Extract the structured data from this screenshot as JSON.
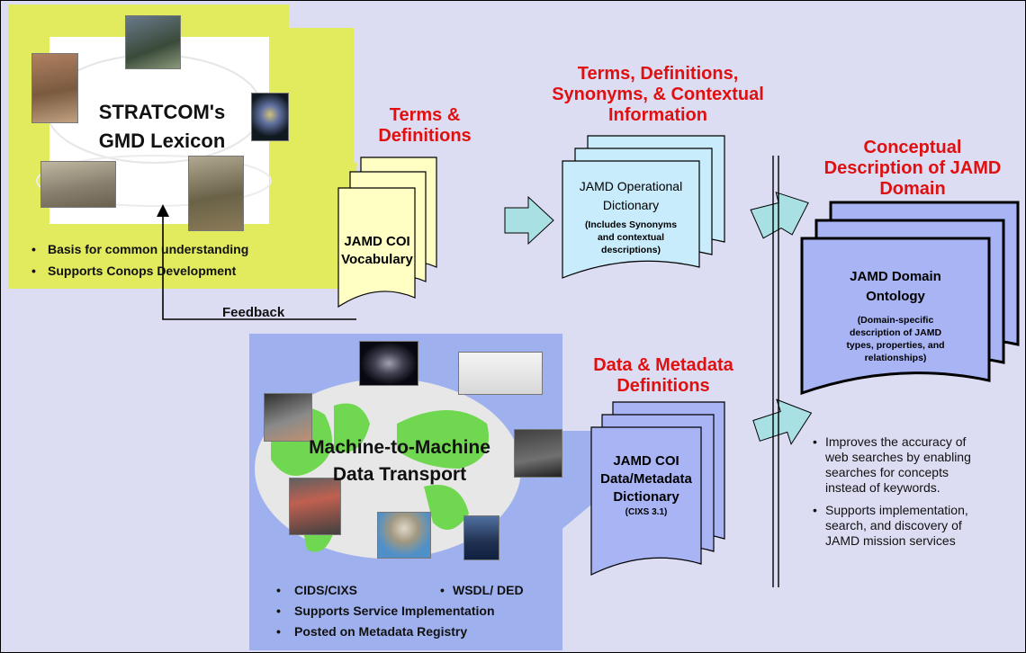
{
  "lexicon": {
    "title_line1": "STRATCOM's",
    "title_line2": "GMD Lexicon",
    "bullets": [
      "Basis for common understanding",
      "Supports Conops Development"
    ]
  },
  "feedback_label": "Feedback",
  "terms_definitions": {
    "line1": "Terms &",
    "line2": "Definitions"
  },
  "vocab_doc": {
    "line1": "JAMD COI",
    "line2": "Vocabulary"
  },
  "terms_synonyms": {
    "line1": "Terms, Definitions,",
    "line2": "Synonyms, & Contextual",
    "line3": "Information"
  },
  "op_dictionary": {
    "line1": "JAMD Operational",
    "line2": "Dictionary",
    "sub1": "(Includes Synonyms",
    "sub2": "and contextual",
    "sub3": "descriptions)"
  },
  "conceptual": {
    "line1": "Conceptual",
    "line2": "Description of JAMD",
    "line3": "Domain"
  },
  "ontology": {
    "line1": "JAMD Domain",
    "line2": "Ontology",
    "sub1": "(Domain-specific",
    "sub2": "description of JAMD",
    "sub3": "types, properties, and",
    "sub4": "relationships)"
  },
  "right_bullets": [
    [
      "Improves the accuracy of",
      "web searches by enabling",
      "searches for concepts",
      "instead of keywords."
    ],
    [
      "Supports implementation,",
      "search, and discovery of",
      "JAMD mission services"
    ]
  ],
  "transport": {
    "title_line1": "Machine-to-Machine",
    "title_line2": "Data Transport",
    "bullet_cids": "CIDS/CIXS",
    "bullet_wsdl": "WSDL/ DED",
    "bullet_service": "Supports Service Implementation",
    "bullet_posted": "Posted on Metadata Registry"
  },
  "data_metadata": {
    "line1": "Data & Metadata",
    "line2": "Definitions"
  },
  "data_dictionary": {
    "line1": "JAMD COI",
    "line2": "Data/Metadata",
    "line3": "Dictionary",
    "sub": "(CIXS 3.1)"
  },
  "colors": {
    "background": "#dcdcf2",
    "lexicon_panel": "#e2ea5e",
    "transport_panel": "#9fb0ee",
    "vocab_doc": "#ffffc4",
    "op_doc": "#c8ecfc",
    "ontology_doc": "#a8b4f4",
    "arrow": "#a8e0e4",
    "heading_red": "#e01010"
  }
}
